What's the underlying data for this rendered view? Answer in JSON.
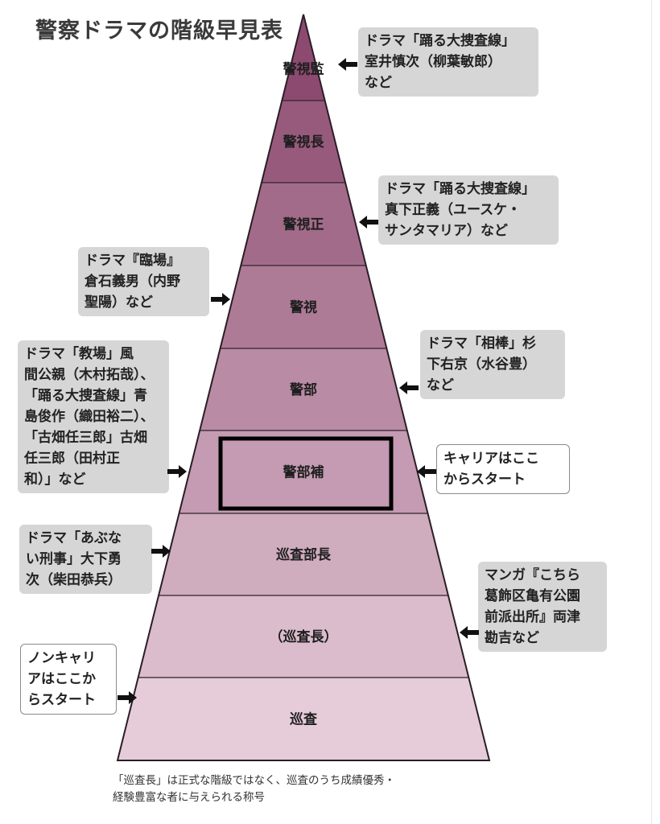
{
  "title": "警察ドラマの階級早見表",
  "ranks": [
    "警視監",
    "警視長",
    "警視正",
    "警視",
    "警部",
    "警部補",
    "巡査部長",
    "（巡査長）",
    "巡査"
  ],
  "highlighted_rank": "警部補",
  "colors": {
    "tier_top": "#8c4a70",
    "tier_bottom": "#e6ccd9",
    "callout_gray": "#d6d6d6",
    "highlight_border": "#000000"
  },
  "callouts": {
    "keishikan": "ドラマ「踊る大捜査線」\n室井慎次（柳葉敏郎）\nなど",
    "keishisei": "ドラマ「踊る大捜査線」\n真下正義（ユースケ・\nサンタマリア）など",
    "keishi": "ドラマ『臨場』\n倉石義男（内野\n聖陽）など",
    "keibu": "ドラマ「相棒」杉\n下右京（水谷豊）\nなど",
    "keibuho_left": "ドラマ「教場」風\n間公親（木村拓哉）、\n「踊る大捜査線」青\n島俊作（織田裕二）、\n「古畑任三郎」古畑\n任三郎（田村正\n和）」など",
    "career": "キャリアはここ\nからスタート",
    "junsabucho": "ドラマ「あぶな\nい刑事」大下勇\n次（柴田恭兵）",
    "junsacho": "マンガ『こちら\n葛飾区亀有公園\n前派出所』両津\n勘吉など",
    "noncareer": "ノンキャリ\nアはここか\nらスタート"
  },
  "footnote": "「巡査長」は正式な階級ではなく、巡査のうち成績優秀・\n経験豊富な者に与えられる称号"
}
